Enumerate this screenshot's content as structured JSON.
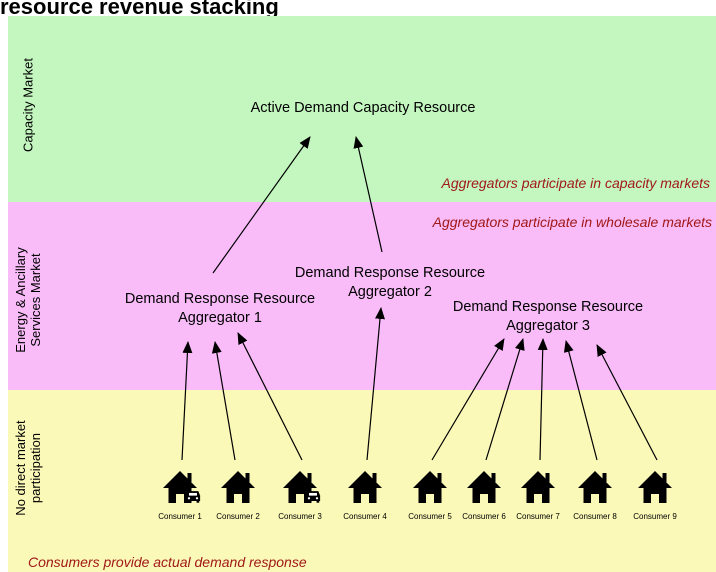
{
  "title": "resource revenue stacking",
  "bands": {
    "capacity": {
      "label": "Capacity Market",
      "note": "Aggregators participate in capacity markets",
      "color": "#c4f7c0"
    },
    "energy": {
      "label_line1": "Energy & Ancillary",
      "label_line2": "Services Market",
      "note": "Aggregators participate in wholesale markets",
      "color": "#f9bcf9"
    },
    "none": {
      "label_line1": "No direct market",
      "label_line2": "participation",
      "note": "Consumers provide actual demand response",
      "color": "#fbf9b8"
    }
  },
  "nodes": {
    "capacity_resource": "Active Demand Capacity Resource",
    "agg1": {
      "line1": "Demand Response Resource",
      "line2": "Aggregator 1"
    },
    "agg2": {
      "line1": "Demand Response Resource",
      "line2": "Aggregator 2"
    },
    "agg3": {
      "line1": "Demand Response Resource",
      "line2": "Aggregator 3"
    }
  },
  "consumers": [
    {
      "label": "Consumer 1",
      "ev": true,
      "aggregator": "agg1"
    },
    {
      "label": "Consumer 2",
      "ev": false,
      "aggregator": "agg1"
    },
    {
      "label": "Consumer 3",
      "ev": true,
      "aggregator": "agg1"
    },
    {
      "label": "Consumer 4",
      "ev": false,
      "aggregator": "agg2"
    },
    {
      "label": "Consumer 5",
      "ev": false,
      "aggregator": "agg3"
    },
    {
      "label": "Consumer 6",
      "ev": false,
      "aggregator": "agg3"
    },
    {
      "label": "Consumer 7",
      "ev": false,
      "aggregator": "agg3"
    },
    {
      "label": "Consumer 8",
      "ev": false,
      "aggregator": "agg3"
    },
    {
      "label": "Consumer 9",
      "ev": false,
      "aggregator": "agg3"
    }
  ],
  "icons": {
    "house": "house-icon",
    "ev": "car-icon"
  },
  "colors": {
    "note_text": "#a11818",
    "arrow": "#000000"
  }
}
